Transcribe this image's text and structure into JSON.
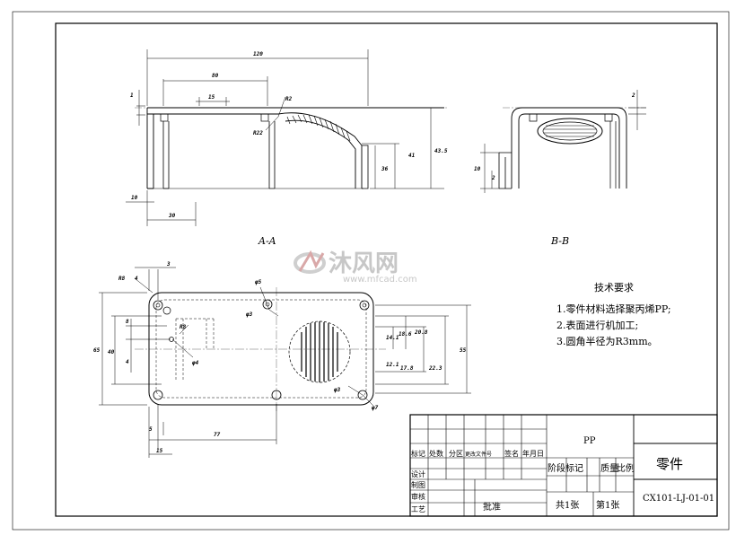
{
  "views": {
    "section_aa": "A-A",
    "section_bb": "B-B"
  },
  "dimensions": {
    "top_width": "120",
    "top_inner": "80",
    "top_small": "15",
    "top_side": "1",
    "slot_w": "R2",
    "slot_c": "R22",
    "right_h1": "36",
    "right_h2": "41",
    "right_h3": "43.5",
    "left_low": "10",
    "left_len": "30",
    "bb_top": "2",
    "bb_a": "10",
    "bb_b": "2",
    "plan_r": "R8",
    "plan_top": "3",
    "plan_left": "4",
    "plan_h": "65",
    "plan_h2": "40",
    "plan_d1": "8",
    "plan_d2": "4",
    "plan_r2": "R8",
    "plan_phi1": "φ4",
    "plan_phi2": "φ3",
    "plan_phi3": "φ5",
    "plan_v1": "14.1",
    "plan_v2": "18.6",
    "plan_v3": "20.8",
    "plan_v4": "12.1",
    "plan_v5": "17.8",
    "plan_v6": "22.3",
    "plan_right": "55",
    "plan_phi4": "φ3",
    "plan_phi5": "φ7",
    "plan_b1": "5",
    "plan_b2": "15",
    "plan_b3": "77"
  },
  "tech_requirements": {
    "title": "技术要求",
    "items": [
      "1.零件材料选择聚丙烯PP;",
      "2.表面进行机加工;",
      "3.圆角半径为R3mm。"
    ]
  },
  "title_block": {
    "material": "PP",
    "part_name": "零件",
    "drawing_no": "CX101-LJ-01-01",
    "header_row": [
      "标记",
      "处数",
      "分区",
      "更改文件号",
      "签名",
      "年月日"
    ],
    "roles": [
      "设计",
      "制图",
      "审核",
      "工艺"
    ],
    "approve": "批准",
    "stage_row": [
      "阶段标记",
      "质量",
      "比例"
    ],
    "sheets_total": "共1张",
    "sheet_no": "第1张"
  },
  "watermark": {
    "brand": "沐风网",
    "url": "www.mfcad.com"
  }
}
